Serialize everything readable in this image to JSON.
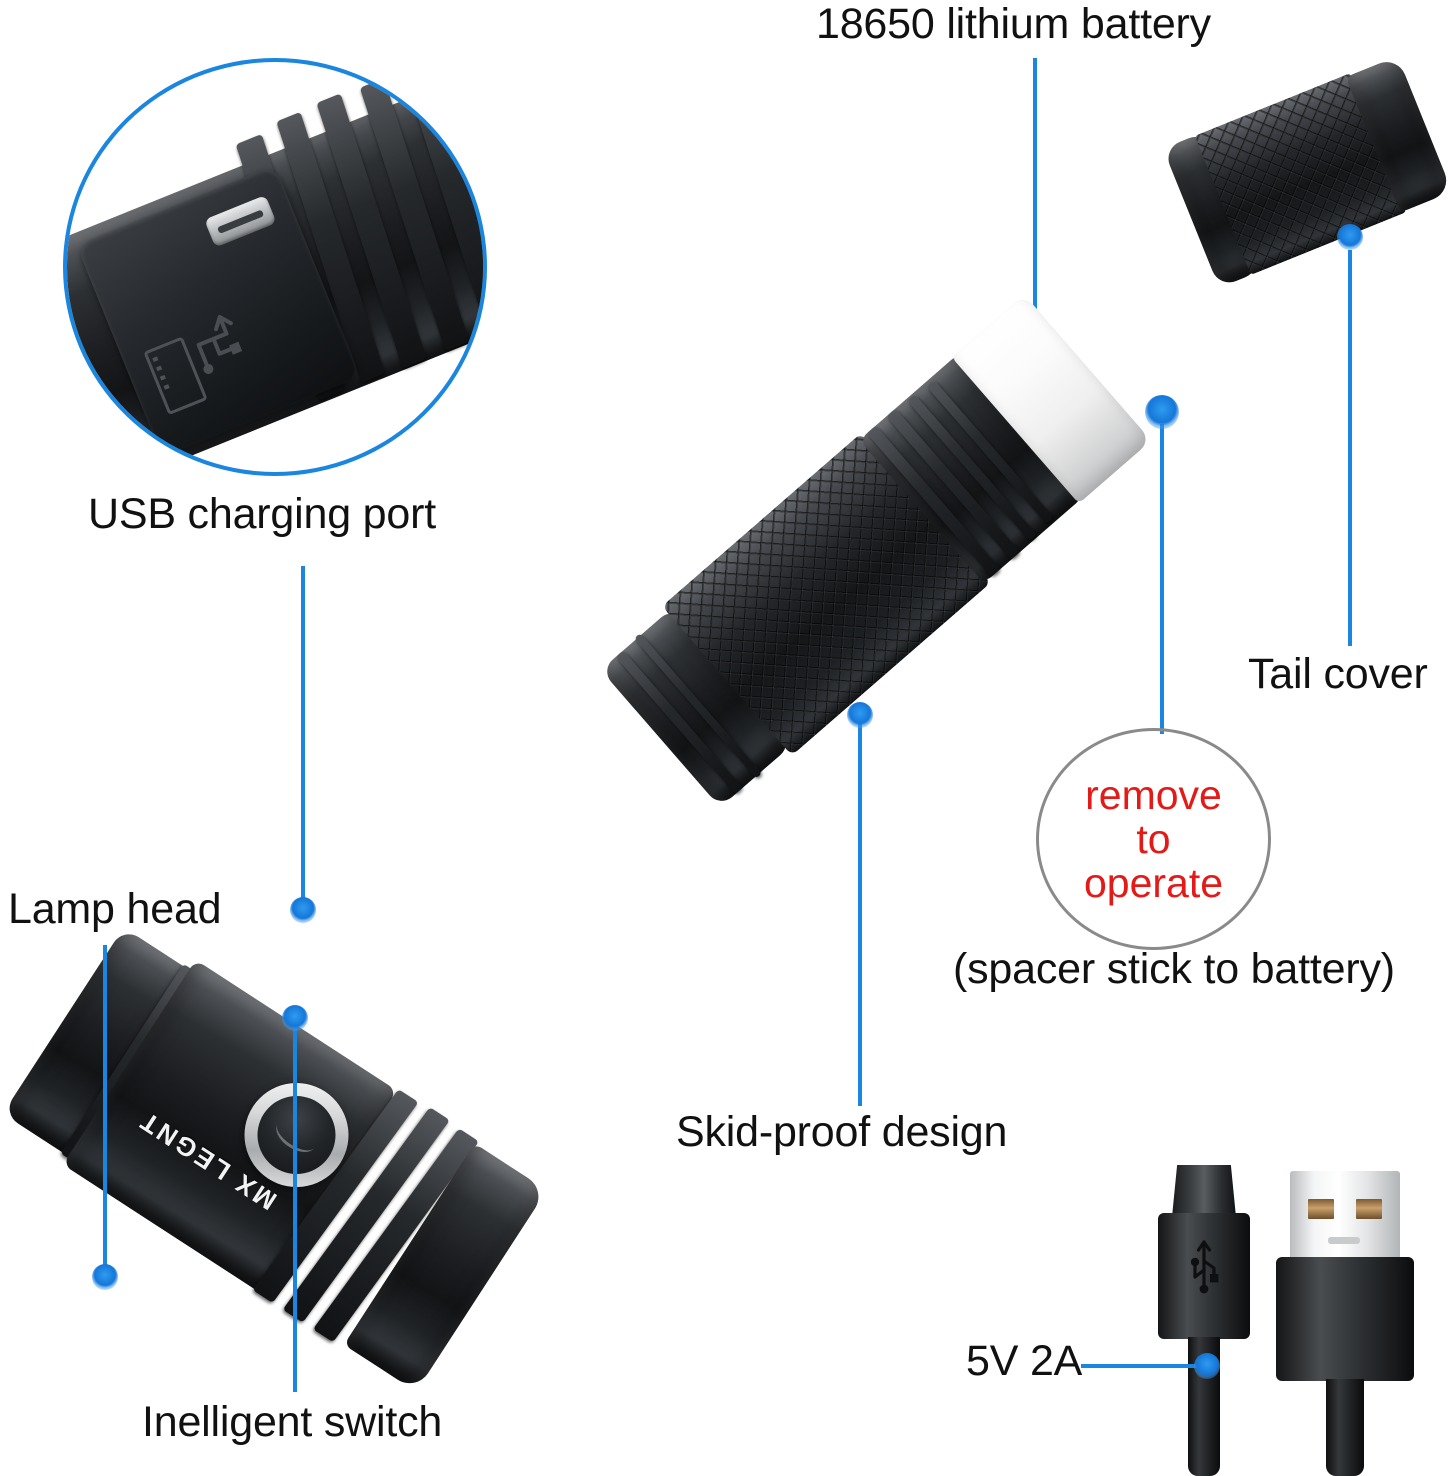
{
  "page": {
    "title": "Flashlight exploded parts diagram",
    "background": "#ffffff"
  },
  "colors": {
    "callout_blue": "#1a86e0",
    "dot_blue": "#1577d8",
    "warning_red": "#e21b19",
    "bubble_border_gray": "#8a8a8a",
    "text_black": "#111111"
  },
  "labels": {
    "usb_charging_port": "USB charging port",
    "battery": "18650 lithium battery",
    "tail_cover": "Tail cover",
    "lamp_head": "Lamp head",
    "intelligent_switch": "Inelligent switch",
    "skid_proof": "Skid-proof design",
    "spacer_note": "(spacer stick to battery)",
    "power_rating": "5V 2A"
  },
  "bubble": {
    "line1": "remove",
    "line2": "to",
    "line3": "operate"
  },
  "product": {
    "brand_mark": "MX LEGNT"
  },
  "callouts": [
    {
      "name": "usb-charging-port",
      "label": "USB charging port",
      "dot": [
        303,
        910
      ]
    },
    {
      "name": "battery",
      "label": "18650 lithium battery",
      "dot": [
        1035,
        390
      ]
    },
    {
      "name": "tail-cover",
      "label": "Tail cover",
      "dot": [
        1350,
        237
      ]
    },
    {
      "name": "spacer",
      "label": "(spacer stick to battery)",
      "dot": [
        1162,
        412
      ]
    },
    {
      "name": "skid-proof",
      "label": "Skid-proof design",
      "dot": [
        860,
        716
      ]
    },
    {
      "name": "lamp-head",
      "label": "Lamp head",
      "dot": [
        105,
        1277
      ]
    },
    {
      "name": "intelligent-switch",
      "label": "Inelligent switch",
      "dot": [
        295,
        1018
      ]
    },
    {
      "name": "power-rating",
      "label": "5V 2A",
      "dot": [
        1207,
        1366
      ]
    }
  ]
}
